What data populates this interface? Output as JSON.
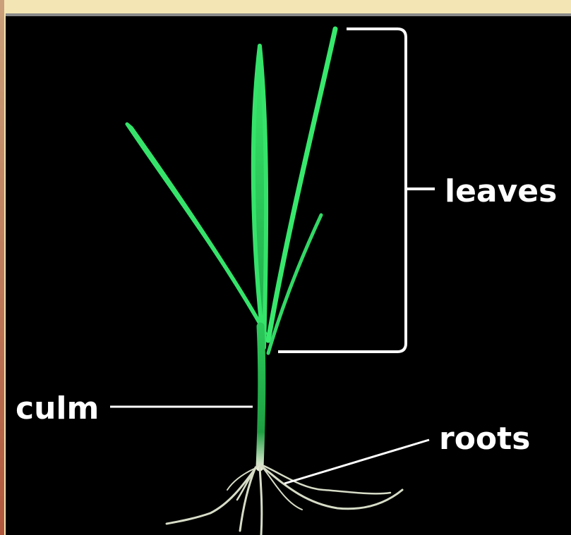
{
  "labels": {
    "leaves": "leaves",
    "culm": "culm",
    "roots": "roots"
  },
  "colors": {
    "background": "#000000",
    "frame": "#f3e6b4",
    "leaf_green": "#2fd25a",
    "annotation": "#ffffff"
  }
}
